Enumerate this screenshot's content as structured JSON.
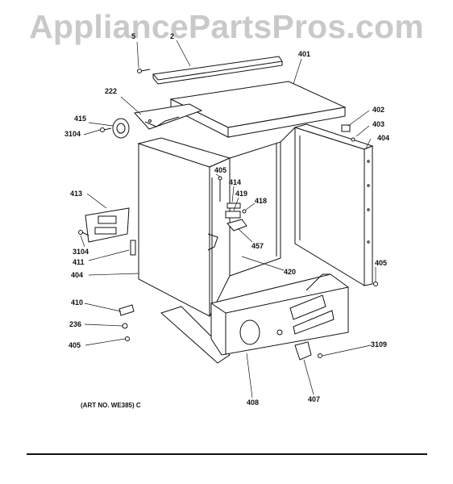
{
  "watermark": "AppliancePartsPros.com",
  "art_number": "(ART NO. WE385) C",
  "part_labels": {
    "p5": "5",
    "p2": "2",
    "p401": "401",
    "p222": "222",
    "p415": "415",
    "p3104a": "3104",
    "p402": "402",
    "p403": "403",
    "p404a": "404",
    "p405a": "405",
    "p414": "414",
    "p419": "419",
    "p418": "418",
    "p413": "413",
    "p457": "457",
    "p3104b": "3104",
    "p411": "411",
    "p404b": "404",
    "p420": "420",
    "p405b": "405",
    "p410": "410",
    "p236": "236",
    "p405c": "405",
    "p3109": "3109",
    "p408": "408",
    "p407": "407"
  }
}
